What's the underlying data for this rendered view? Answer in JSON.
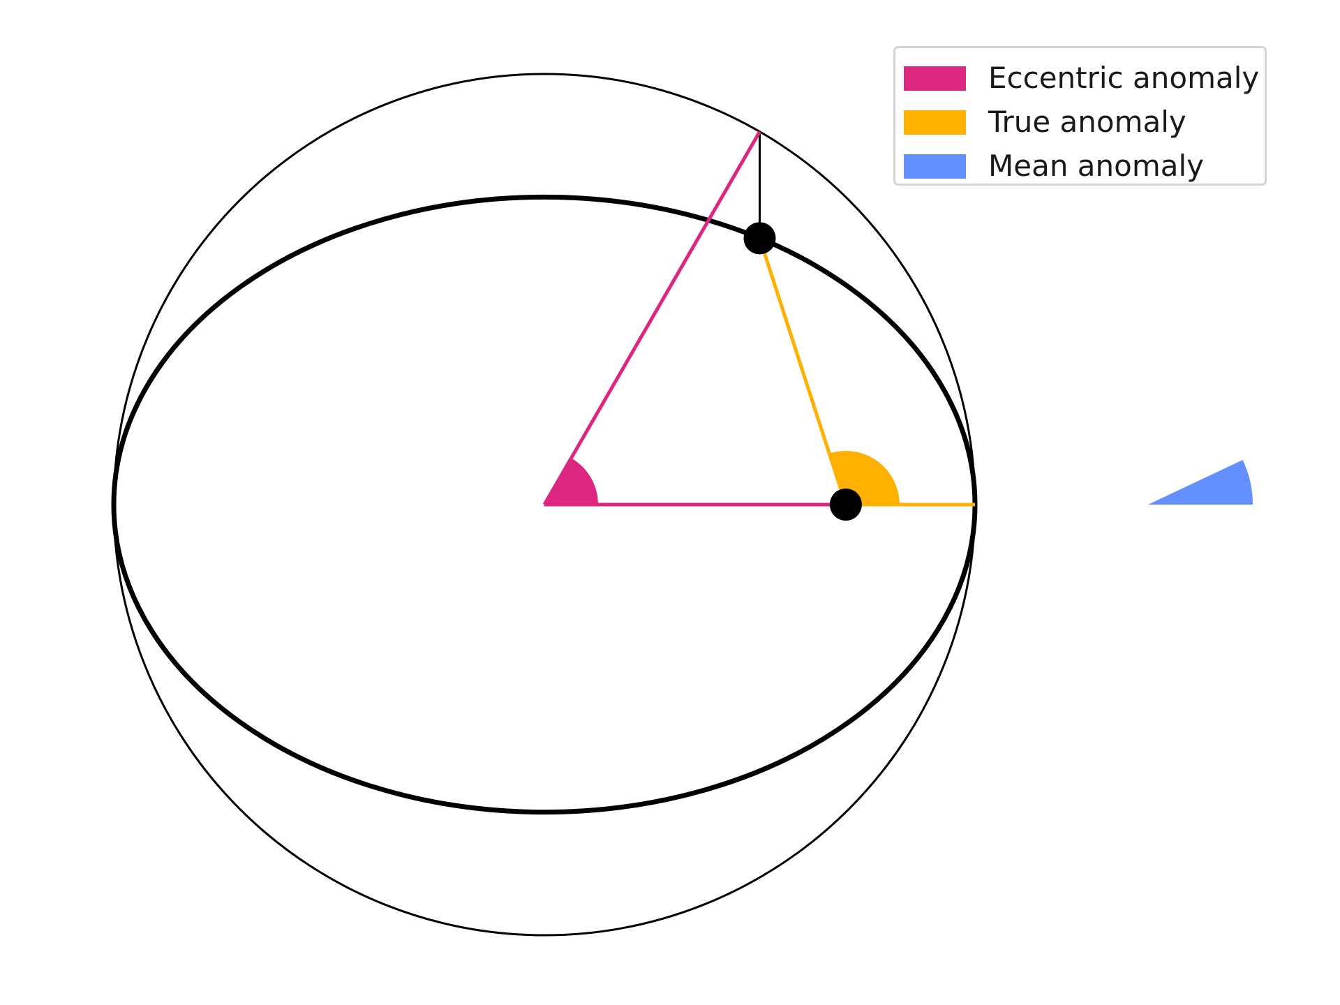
{
  "diagram": {
    "eccentricity": 0.7,
    "eccentric_anomaly_deg": 60,
    "colors": {
      "eccentric": "#dc267f",
      "true": "#ffb000",
      "mean": "#648fff",
      "ink": "#000000"
    }
  },
  "legend": {
    "items": [
      {
        "label": "Eccentric anomaly",
        "color": "#dc267f"
      },
      {
        "label": "True anomaly",
        "color": "#ffb000"
      },
      {
        "label": "Mean anomaly",
        "color": "#648fff"
      }
    ]
  }
}
